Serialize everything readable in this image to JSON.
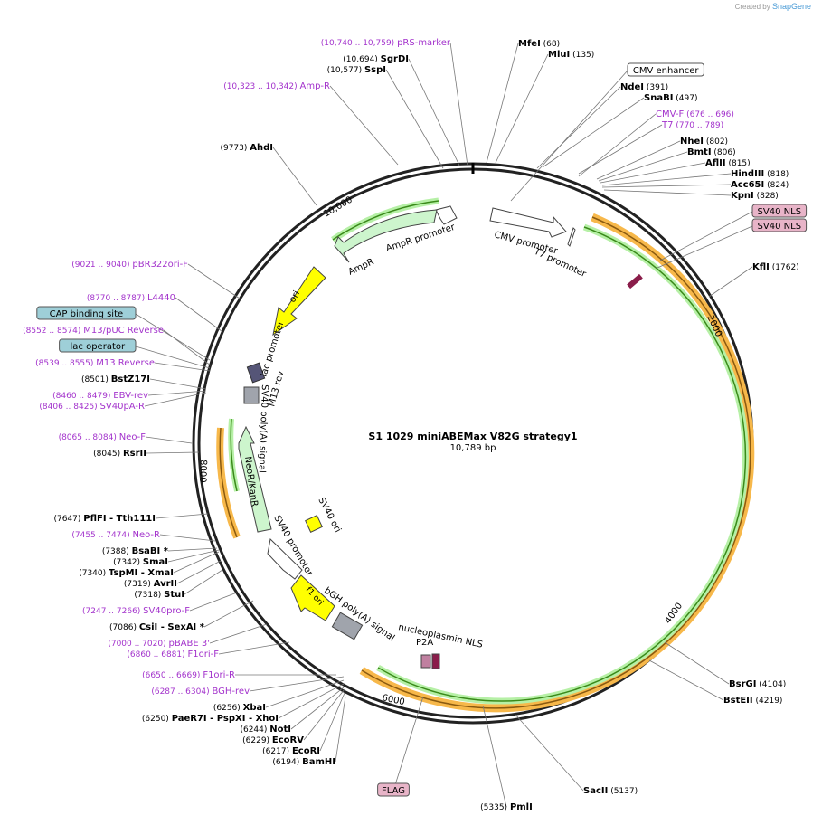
{
  "credit": {
    "prefix": "Created by",
    "brand": "SnapGene"
  },
  "title": "S1 1029 miniABEMax V82G strategy1",
  "subtitle": "10,789 bp",
  "colors": {
    "enzyme": "#000000",
    "primer": "#a333cc",
    "feature_box_pink": "#e8b4c8",
    "feature_box_blue": "#9ecfd8",
    "green_feature": "#cdf5cd",
    "yellow_feature": "#ffff00",
    "orange_bar": "#ffb44a",
    "green_bar": "#3a9a1a"
  },
  "ticks": [
    "10,000",
    "2000",
    "4000",
    "6000",
    "8000"
  ],
  "inner_features": [
    "AmpR promoter",
    "AmpR",
    "ori",
    "lac promoter",
    "M13 rev",
    "SV40 poly(A) signal",
    "NeoR/KanR",
    "SV40 ori",
    "SV40 promoter",
    "f1 ori",
    "bGH poly(A) signal",
    "nucleoplasmin NLS",
    "P2A",
    "CMV promoter",
    "T7 promoter"
  ],
  "labels": [
    {
      "pos": "(10,740 .. 10,759)",
      "name": "pRS-marker",
      "kind": "primer"
    },
    {
      "pos": "(10,694)",
      "name": "SgrDI",
      "kind": "enzyme"
    },
    {
      "pos": "(10,577)",
      "name": "SspI",
      "kind": "enzyme"
    },
    {
      "pos": "(10,323 .. 10,342)",
      "name": "Amp-R",
      "kind": "primer"
    },
    {
      "pos": "(9773)",
      "name": "AhdI",
      "kind": "enzyme"
    },
    {
      "pos": "(9021 .. 9040)",
      "name": "pBR322ori-F",
      "kind": "primer"
    },
    {
      "pos": "(8770 .. 8787)",
      "name": "L4440",
      "kind": "primer"
    },
    {
      "pos": "",
      "name": "CAP binding site",
      "kind": "box-blue"
    },
    {
      "pos": "(8552 .. 8574)",
      "name": "M13/pUC Reverse",
      "kind": "primer"
    },
    {
      "pos": "",
      "name": "lac operator",
      "kind": "box-blue"
    },
    {
      "pos": "(8539 .. 8555)",
      "name": "M13 Reverse",
      "kind": "primer"
    },
    {
      "pos": "(8501)",
      "name": "BstZ17I",
      "kind": "enzyme"
    },
    {
      "pos": "(8460 .. 8479)",
      "name": "EBV-rev",
      "kind": "primer"
    },
    {
      "pos": "(8406 .. 8425)",
      "name": "SV40pA-R",
      "kind": "primer"
    },
    {
      "pos": "(8065 .. 8084)",
      "name": "Neo-F",
      "kind": "primer"
    },
    {
      "pos": "(8045)",
      "name": "RsrII",
      "kind": "enzyme"
    },
    {
      "pos": "(7647)",
      "name": "PflFI - Tth111I",
      "kind": "enzyme"
    },
    {
      "pos": "(7455 .. 7474)",
      "name": "Neo-R",
      "kind": "primer"
    },
    {
      "pos": "(7388)",
      "name": "BsaBI *",
      "kind": "enzyme"
    },
    {
      "pos": "(7342)",
      "name": "SmaI",
      "kind": "enzyme"
    },
    {
      "pos": "(7340)",
      "name": "TspMI - XmaI",
      "kind": "enzyme"
    },
    {
      "pos": "(7319)",
      "name": "AvrII",
      "kind": "enzyme"
    },
    {
      "pos": "(7318)",
      "name": "StuI",
      "kind": "enzyme"
    },
    {
      "pos": "(7247 .. 7266)",
      "name": "SV40pro-F",
      "kind": "primer"
    },
    {
      "pos": "(7086)",
      "name": "CsiI - SexAI *",
      "kind": "enzyme"
    },
    {
      "pos": "(7000 .. 7020)",
      "name": "pBABE 3'",
      "kind": "primer"
    },
    {
      "pos": "(6860 .. 6881)",
      "name": "F1ori-F",
      "kind": "primer"
    },
    {
      "pos": "(6650 .. 6669)",
      "name": "F1ori-R",
      "kind": "primer"
    },
    {
      "pos": "(6287 .. 6304)",
      "name": "BGH-rev",
      "kind": "primer"
    },
    {
      "pos": "(6256)",
      "name": "XbaI",
      "kind": "enzyme"
    },
    {
      "pos": "(6250)",
      "name": "PaeR7I - PspXI - XhoI",
      "kind": "enzyme"
    },
    {
      "pos": "(6244)",
      "name": "NotI",
      "kind": "enzyme"
    },
    {
      "pos": "(6229)",
      "name": "EcoRV",
      "kind": "enzyme"
    },
    {
      "pos": "(6217)",
      "name": "EcoRI",
      "kind": "enzyme"
    },
    {
      "pos": "(6194)",
      "name": "BamHI",
      "kind": "enzyme"
    },
    {
      "pos": "",
      "name": "FLAG",
      "kind": "box-pink"
    },
    {
      "pos": "(5335)",
      "name": "PmlI",
      "kind": "enzyme"
    },
    {
      "pos": "(5137)",
      "name": "SacII",
      "kind": "enzyme"
    },
    {
      "pos": "(4219)",
      "name": "BstEII",
      "kind": "enzyme"
    },
    {
      "pos": "(4104)",
      "name": "BsrGI",
      "kind": "enzyme"
    },
    {
      "pos": "(1762)",
      "name": "KflI",
      "kind": "enzyme"
    },
    {
      "pos": "",
      "name": "SV40 NLS",
      "kind": "box-pink"
    },
    {
      "pos": "",
      "name": "SV40 NLS",
      "kind": "box-pink"
    },
    {
      "pos": "(828)",
      "name": "KpnI",
      "kind": "enzyme"
    },
    {
      "pos": "(824)",
      "name": "Acc65I",
      "kind": "enzyme"
    },
    {
      "pos": "(818)",
      "name": "HindIII",
      "kind": "enzyme"
    },
    {
      "pos": "(815)",
      "name": "AflII",
      "kind": "enzyme"
    },
    {
      "pos": "(806)",
      "name": "BmtI",
      "kind": "enzyme"
    },
    {
      "pos": "(802)",
      "name": "NheI",
      "kind": "enzyme"
    },
    {
      "pos": "(770 .. 789)",
      "name": "T7",
      "kind": "primer"
    },
    {
      "pos": "(676 .. 696)",
      "name": "CMV-F",
      "kind": "primer"
    },
    {
      "pos": "(497)",
      "name": "SnaBI",
      "kind": "enzyme"
    },
    {
      "pos": "(391)",
      "name": "NdeI",
      "kind": "enzyme"
    },
    {
      "pos": "",
      "name": "CMV enhancer",
      "kind": "box-white"
    },
    {
      "pos": "(135)",
      "name": "MluI",
      "kind": "enzyme"
    },
    {
      "pos": "(68)",
      "name": "MfeI",
      "kind": "enzyme"
    }
  ]
}
